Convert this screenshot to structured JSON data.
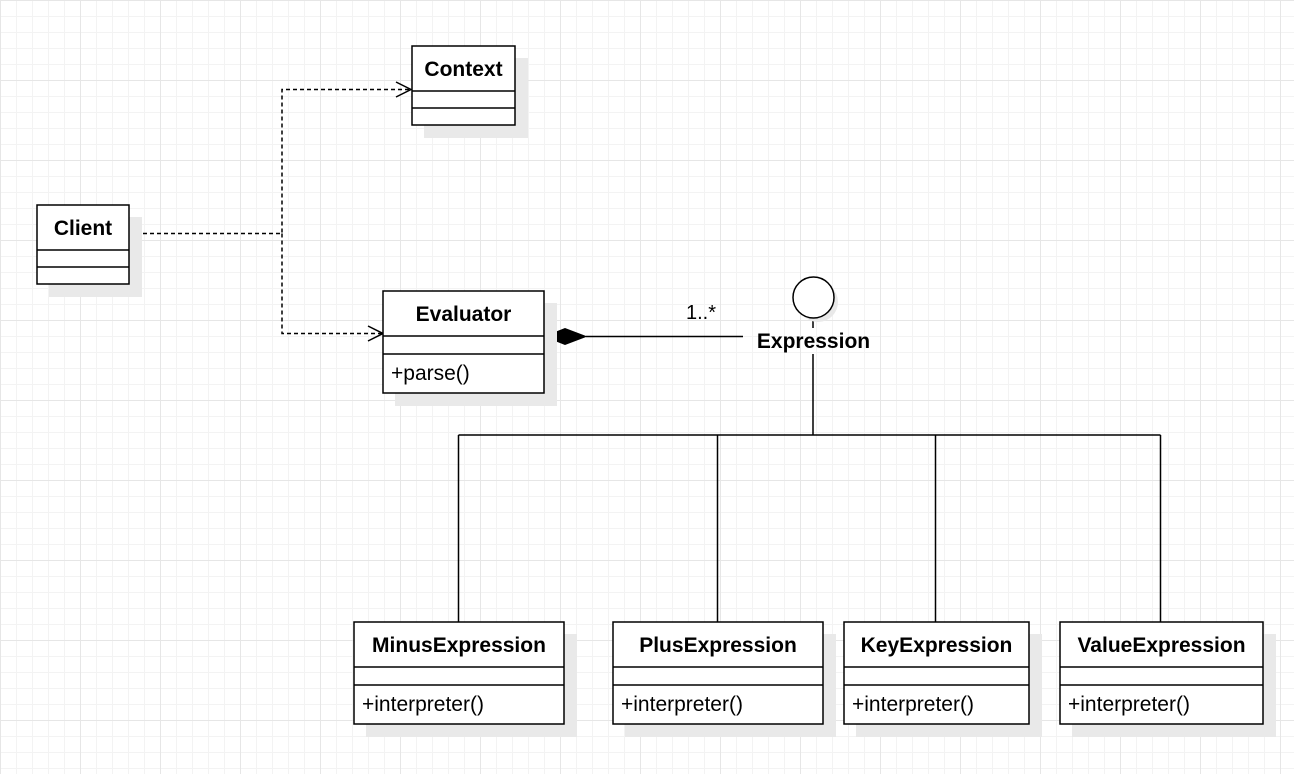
{
  "diagram": {
    "classes": [
      {
        "id": "client",
        "name": "Client",
        "attributes": [],
        "methods": []
      },
      {
        "id": "context",
        "name": "Context",
        "attributes": [],
        "methods": []
      },
      {
        "id": "evaluator",
        "name": "Evaluator",
        "attributes": [],
        "methods": [
          "+parse()"
        ]
      },
      {
        "id": "minus",
        "name": "MinusExpression",
        "attributes": [],
        "methods": [
          "+interpreter()"
        ]
      },
      {
        "id": "plus",
        "name": "PlusExpression",
        "attributes": [],
        "methods": [
          "+interpreter()"
        ]
      },
      {
        "id": "key",
        "name": "KeyExpression",
        "attributes": [],
        "methods": [
          "+interpreter()"
        ]
      },
      {
        "id": "value",
        "name": "ValueExpression",
        "attributes": [],
        "methods": [
          "+interpreter()"
        ]
      }
    ],
    "interface": {
      "id": "expression",
      "name": "Expression"
    },
    "relations": [
      {
        "type": "dependency",
        "from": "client",
        "to": "context"
      },
      {
        "type": "dependency",
        "from": "client",
        "to": "evaluator"
      },
      {
        "type": "composition",
        "from": "evaluator",
        "to": "expression",
        "multiplicity": "1..*"
      },
      {
        "type": "realization",
        "from": "minus",
        "to": "expression"
      },
      {
        "type": "realization",
        "from": "plus",
        "to": "expression"
      },
      {
        "type": "realization",
        "from": "key",
        "to": "expression"
      },
      {
        "type": "realization",
        "from": "value",
        "to": "expression"
      }
    ]
  }
}
